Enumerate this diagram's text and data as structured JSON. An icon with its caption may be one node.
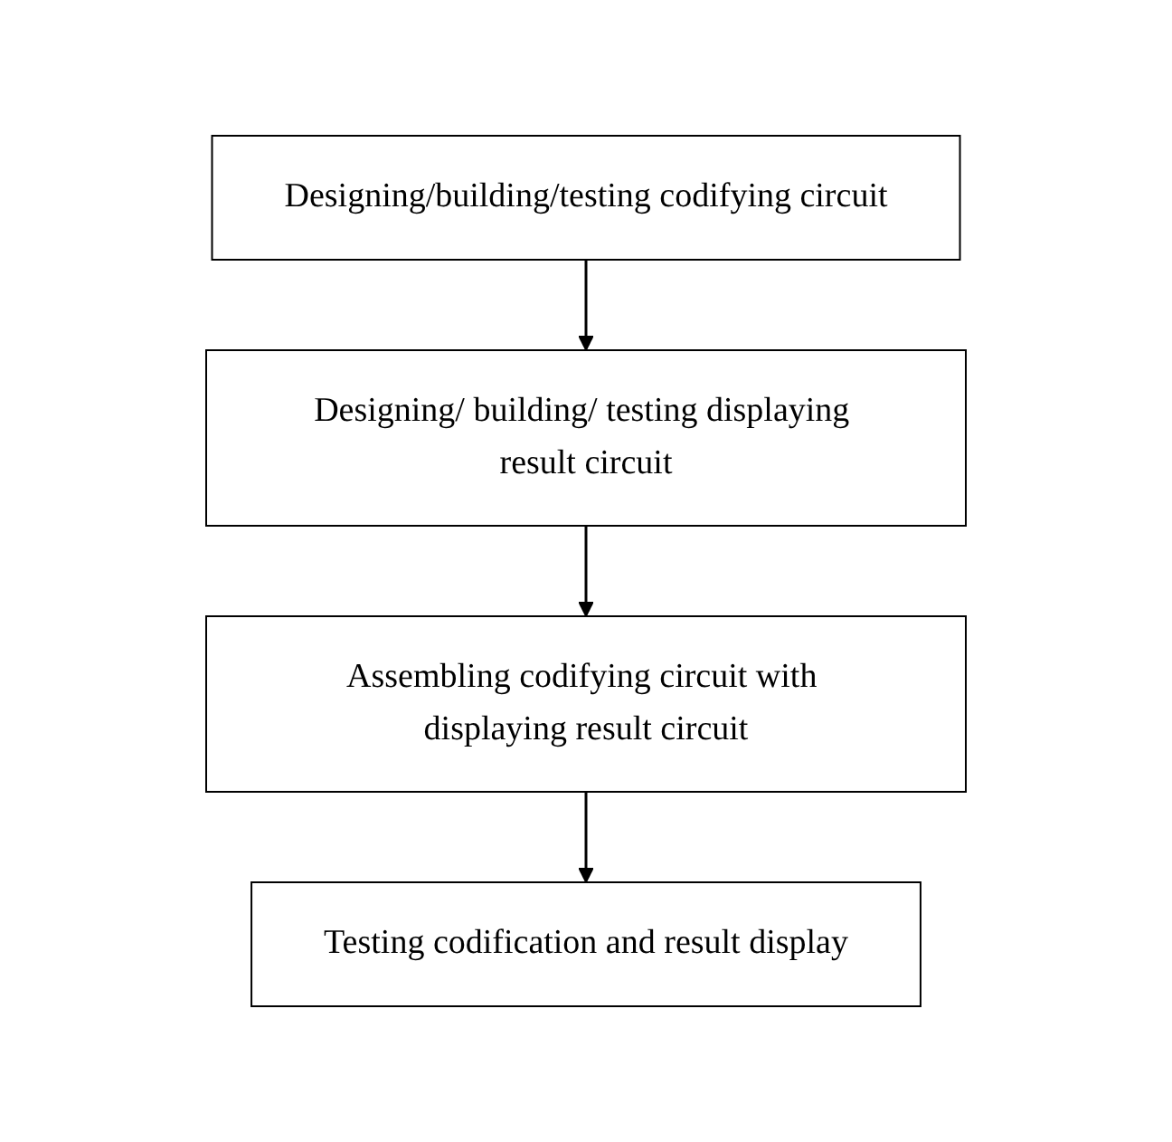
{
  "diagram": {
    "nodes": [
      {
        "text": [
          "Designing/building/testing codifying circuit"
        ]
      },
      {
        "text": [
          "Designing/ building/ testing displaying result circuit"
        ]
      },
      {
        "text": [
          "Assembling codifying circuit with displaying result circuit"
        ]
      },
      {
        "text": [
          "Testing codification and result display"
        ]
      }
    ],
    "edges": [
      {
        "from": 0,
        "to": 1,
        "arrow": "to"
      },
      {
        "from": 1,
        "to": 2,
        "arrow": "to"
      },
      {
        "from": 2,
        "to": 3,
        "arrow": "to"
      }
    ]
  }
}
